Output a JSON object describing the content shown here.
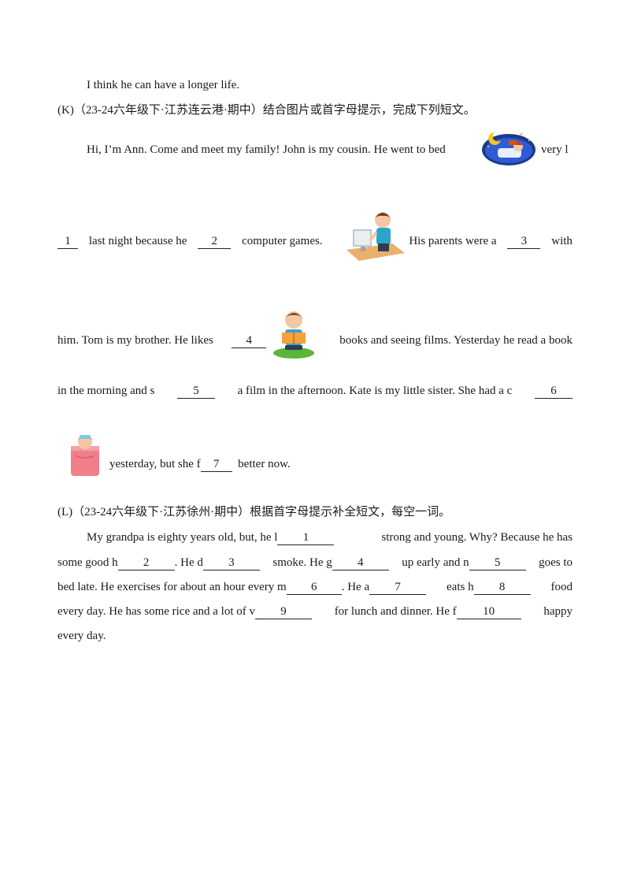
{
  "intro_line": "I think he can have a longer life.",
  "section_k": {
    "heading": "(K)（23-24六年级下·江苏连云港·期中）结合图片或首字母提示，完成下列短文。",
    "l1a": "Hi, I’m Ann. Come and meet my family! John is my cousin. He went to bed",
    "l1b": "very l",
    "b1": "1",
    "l2a": "last night because he",
    "b2": "2",
    "l2b": "computer games.",
    "l2c": "His parents were a",
    "b3": "3",
    "l2d": "with",
    "l3a": "him. Tom is my brother. He likes",
    "b4": "4",
    "l3b": "books and seeing films. Yesterday he read a book",
    "l4a": "in the morning and s",
    "b5": "5",
    "l4b": "a film in the afternoon. Kate is my little sister. She had a c",
    "b6": "6",
    "l5a": "yesterday, but she f",
    "b7": "7",
    "l5b": "better now."
  },
  "section_l": {
    "heading": "(L)（23-24六年级下·江苏徐州·期中）根据首字母提示补全短文，每空一词。",
    "r1a": "My grandpa is eighty years old, but, he l",
    "c1": "1",
    "r1b": "strong and young. Why? Because he has",
    "r2a": "some good h",
    "c2": "2",
    "r2b": ". He d",
    "c3": "3",
    "r2c": "smoke. He g",
    "c4": "4",
    "r2d": "up early and n",
    "c5": "5",
    "r2e": "goes to",
    "r3a": "bed late. He exercises for about an hour every m",
    "c6": "6",
    "r3b": ". He a",
    "c7": "7",
    "r3c": "eats h",
    "c8": "8",
    "r3d": "food",
    "r4a": "every day. He has some rice and a lot of v",
    "c9": "9",
    "r4b": "for lunch and dinner. He f",
    "c10": "10",
    "r4c": "happy",
    "r5": "every day."
  },
  "colors": {
    "text": "#1a1a1a",
    "night_sky": "#1c3a8c",
    "grass": "#5bb53a",
    "blanket": "#f07f8a"
  },
  "icons": [
    "sleeping-at-night-icon",
    "boy-at-computer-icon",
    "boy-reading-book-icon",
    "sick-girl-in-bed-icon"
  ]
}
